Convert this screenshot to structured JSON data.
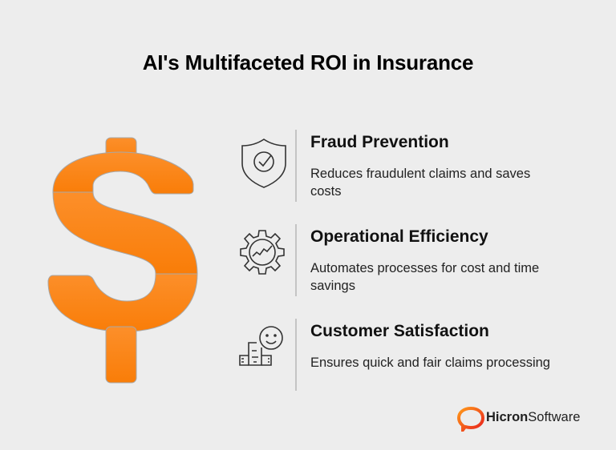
{
  "title": "AI's Multifaceted ROI in Insurance",
  "central_graphic": {
    "icon": "dollar-sign-icon",
    "color": "#fb8416"
  },
  "items": [
    {
      "icon": "shield-check-icon",
      "heading": "Fraud Prevention",
      "description": "Reduces fraudulent claims and saves costs"
    },
    {
      "icon": "gear-chart-icon",
      "heading": "Operational Efficiency",
      "description": "Automates processes for cost and time savings"
    },
    {
      "icon": "customer-satisfaction-icon",
      "heading": "Customer Satisfaction",
      "description": "Ensures quick and fair claims processing"
    }
  ],
  "logo": {
    "brand_bold": "Hicron",
    "brand_light": "Software",
    "accent_color": "#f0501e"
  }
}
